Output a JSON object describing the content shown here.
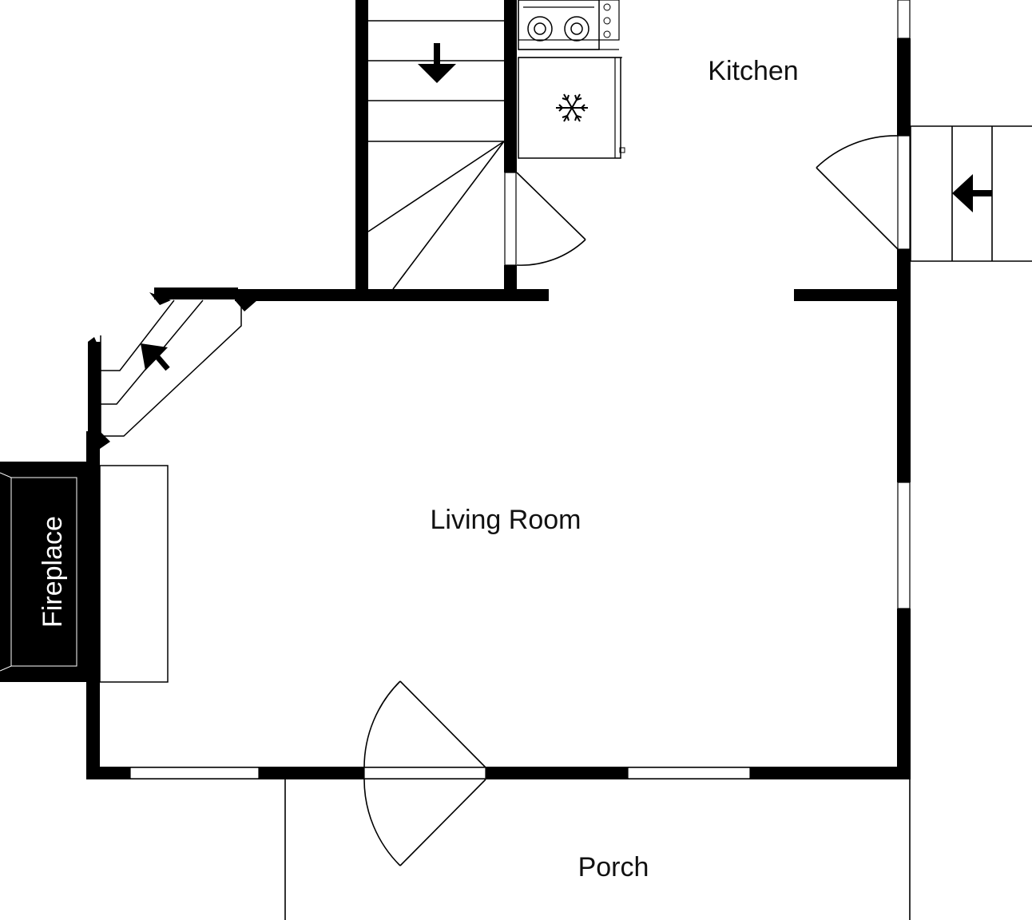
{
  "rooms": {
    "kitchen": "Kitchen",
    "living_room": "Living Room",
    "porch": "Porch",
    "fireplace": "Fireplace"
  },
  "icons": {
    "refrigerator": "snowflake-icon",
    "stove": "stove-burners-icon",
    "stairs_direction": "arrow-icon"
  },
  "colors": {
    "wall": "#000000",
    "background": "#ffffff",
    "fireplace_fill": "#000000",
    "fireplace_text": "#ffffff"
  }
}
